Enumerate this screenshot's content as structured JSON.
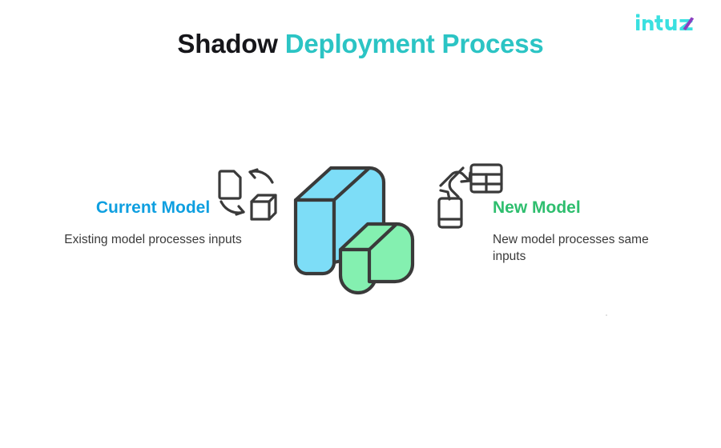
{
  "brand": {
    "logo_name": "intuz",
    "logo_text": "intuz",
    "logo_color": "#3ae0e0",
    "logo_accent_color": "#8a3fc0"
  },
  "header": {
    "title_part_1": "Shadow",
    "title_part_2": "Deployment Process",
    "title_part_1_color": "#16161a",
    "title_part_2_color": "#2bc4c4"
  },
  "left_panel": {
    "heading": "Current Model",
    "heading_color": "#0e9fe0",
    "body": "Existing model processes inputs",
    "body_color": "#3a3a3a",
    "icons": {
      "file": "file-icon",
      "arrow_in": "curved-arrow-left-icon",
      "arrow_out": "curved-arrow-right-icon",
      "cube": "cube-3d-icon"
    }
  },
  "right_panel": {
    "heading": "New Model",
    "heading_color": "#2ebe6e",
    "body": "New model processes same inputs",
    "body_color": "#3a3a3a",
    "icons": {
      "exchange": "exchange-arrows-icon",
      "table": "table-grid-icon",
      "card": "card-icon"
    }
  },
  "center_illustration": {
    "name": "stacked-blocks-illustration",
    "front_block_color": "#84f0b0",
    "back_block_color": "#7dddf7",
    "outline_color": "#3a3a3a",
    "back_block_label": "current-model-block",
    "front_block_label": "new-model-block"
  }
}
